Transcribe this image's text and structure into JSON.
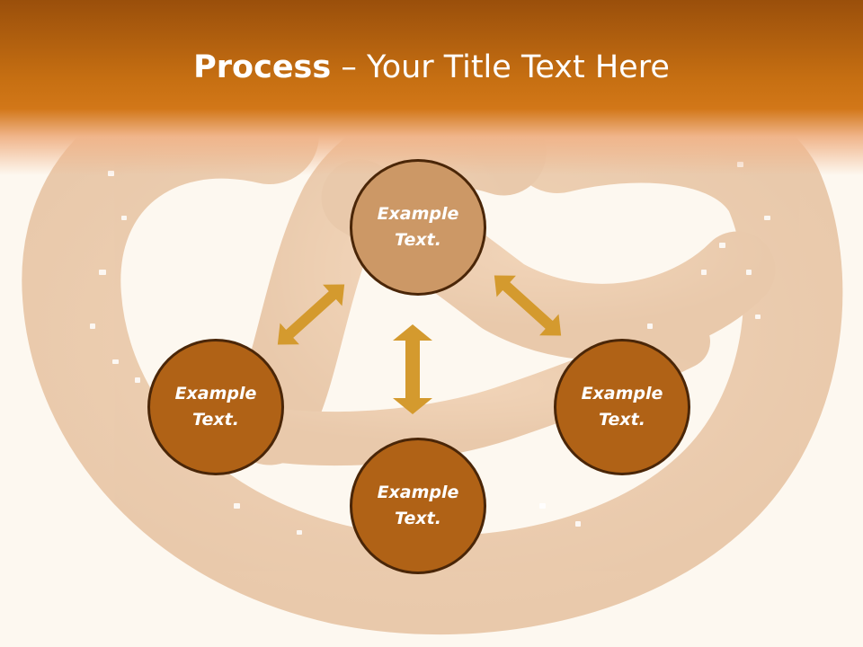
{
  "title": {
    "bold": "Process",
    "rest": " – Your Title Text Here"
  },
  "nodes": [
    {
      "id": "top",
      "text": "Example\nText."
    },
    {
      "id": "left",
      "text": "Example\nText."
    },
    {
      "id": "bottom",
      "text": "Example\nText."
    },
    {
      "id": "right",
      "text": "Example\nText."
    }
  ],
  "colors": {
    "header": "#c66f12",
    "arrow": "#d49a2e",
    "node_top": "#cc9866",
    "node_dark": "#b06216",
    "node_border": "#4a2608",
    "background": "#fdf8f0"
  },
  "background_image": "pretzel"
}
